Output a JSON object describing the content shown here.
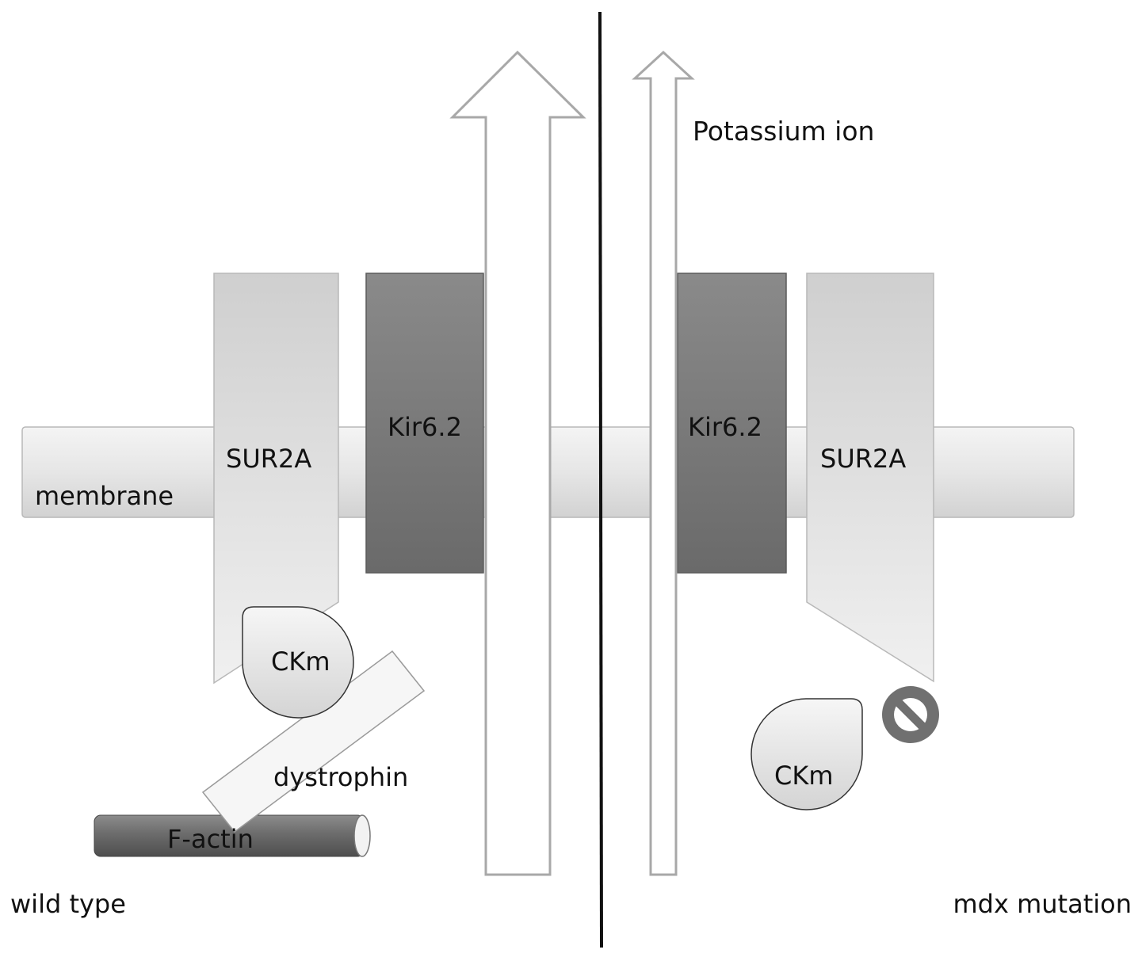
{
  "labels": {
    "potassium_ion": "Potassium ion",
    "membrane": "membrane",
    "sur2a_left": "SUR2A",
    "kir_left": "Kir6.2",
    "kir_right": "Kir6.2",
    "sur2a_right": "SUR2A",
    "ckm_left": "CKm",
    "ckm_right": "CKm",
    "dystrophin": "dystrophin",
    "f_actin": "F-actin",
    "wild_type": "wild type",
    "mdx_mutation": "mdx mutation"
  },
  "colors": {
    "membrane": "#e4e4e4",
    "sur2a": "#dcdcdc",
    "kir": "#7a7a7a",
    "ckm": "#e6e6e6",
    "f_actin": "#6e6e6e",
    "arrow_stroke": "#a8a8a8",
    "divider": "#111111",
    "inhibit": "#707070"
  },
  "icons": {
    "inhibition": "no-entry-icon"
  }
}
